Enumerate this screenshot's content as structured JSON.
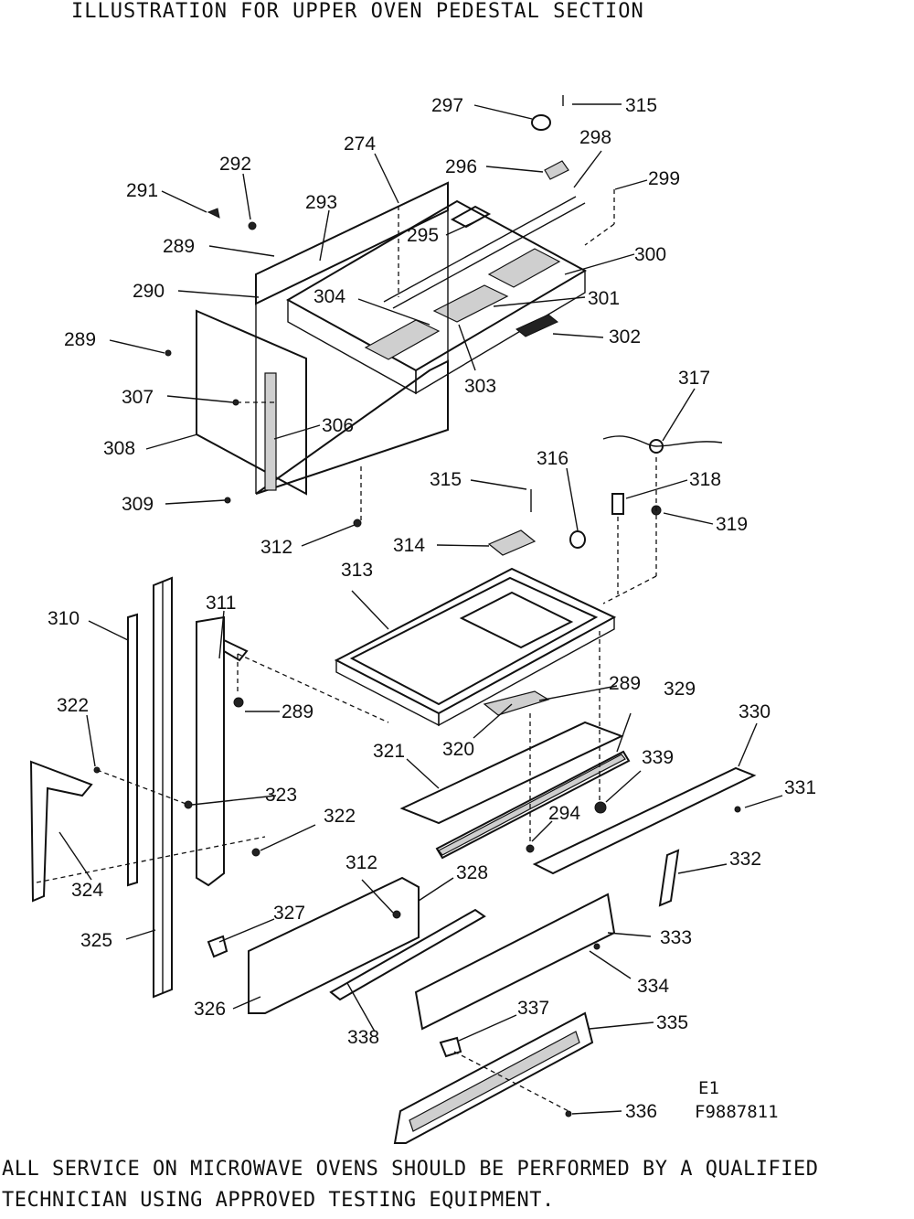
{
  "title": "ILLUSTRATION FOR UPPER OVEN PEDESTAL SECTION",
  "footer": {
    "line1": "ALL SERVICE ON MICROWAVE OVENS SHOULD BE PERFORMED BY A QUALIFIED",
    "line2": "TECHNICIAN USING APPROVED TESTING EQUIPMENT."
  },
  "diagram_code": {
    "line1": "E1",
    "line2": "F9887811"
  },
  "part_labels": {
    "p297": "297",
    "p315a": "315",
    "p298": "298",
    "p296": "296",
    "p274": "274",
    "p292": "292",
    "p291": "291",
    "p293": "293",
    "p299": "299",
    "p289a": "289",
    "p295": "295",
    "p300": "300",
    "p290": "290",
    "p304": "304",
    "p301": "301",
    "p289b": "289",
    "p302": "302",
    "p307": "307",
    "p303": "303",
    "p306": "306",
    "p308": "308",
    "p317": "317",
    "p315b": "315",
    "p316": "316",
    "p318": "318",
    "p309": "309",
    "p319": "319",
    "p312a": "312",
    "p314": "314",
    "p313": "313",
    "p310": "310",
    "p311": "311",
    "p289c": "289",
    "p289d": "289",
    "p329": "329",
    "p330": "330",
    "p322a": "322",
    "p321": "321",
    "p320": "320",
    "p339": "339",
    "p323": "323",
    "p331": "331",
    "p322b": "322",
    "p294": "294",
    "p324": "324",
    "p332": "332",
    "p312b": "312",
    "p328": "328",
    "p327": "327",
    "p325": "325",
    "p333": "333",
    "p334": "334",
    "p326": "326",
    "p337": "337",
    "p335": "335",
    "p338": "338",
    "p336": "336"
  }
}
